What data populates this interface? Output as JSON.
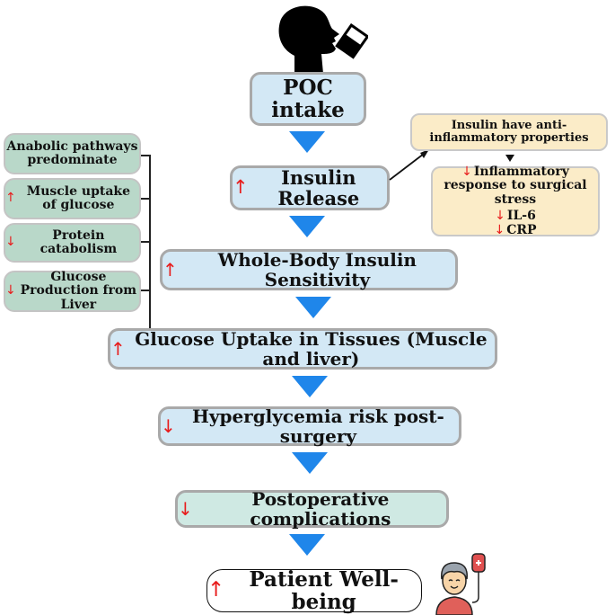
{
  "title_icon": "person-drinking-icon",
  "main_flow": [
    {
      "id": "poc",
      "arrow": "",
      "label": "POC intake"
    },
    {
      "id": "insulin",
      "arrow": "up",
      "label": "Insulin Release"
    },
    {
      "id": "sensitivity",
      "arrow": "up",
      "label": "Whole-Body Insulin Sensitivity"
    },
    {
      "id": "glucose",
      "arrow": "up",
      "label": "Glucose Uptake in Tissues (Muscle and liver)"
    },
    {
      "id": "hyper",
      "arrow": "down",
      "label": "Hyperglycemia risk post-surgery"
    },
    {
      "id": "complications",
      "arrow": "down",
      "label": "Postoperative complications"
    },
    {
      "id": "wellbeing",
      "arrow": "up",
      "label": "Patient Well-being"
    }
  ],
  "side_effects": [
    {
      "arrow": "",
      "label": "Anabolic pathways predominate"
    },
    {
      "arrow": "up",
      "label": "Muscle uptake of glucose"
    },
    {
      "arrow": "down",
      "label": "Protein catabolism"
    },
    {
      "arrow": "down",
      "label": "Glucose Production from Liver"
    }
  ],
  "inflammation": {
    "header": "Insulin have anti-inflammatory properties",
    "response": "Inflammatory response to surgical stress",
    "markers": [
      "IL-6",
      "CRP"
    ]
  },
  "symbols": {
    "up": "↑",
    "down": "↓"
  },
  "colors": {
    "flow_arrow": "#1f86ea",
    "change_arrow": "#e81c1c"
  },
  "patient_icon": "patient-iv-icon"
}
